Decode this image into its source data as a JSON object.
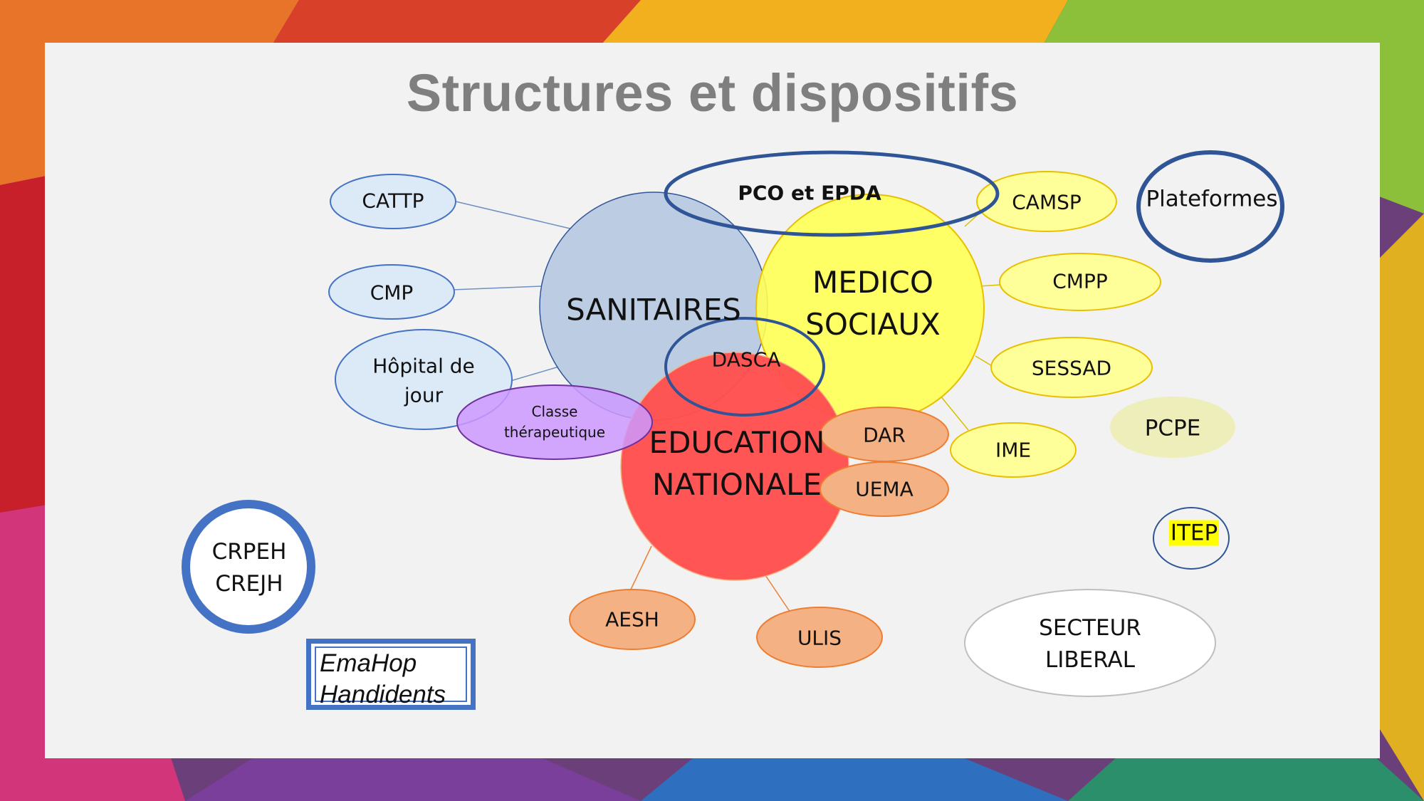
{
  "title": "Structures et dispositifs",
  "colors": {
    "sanitaires": "#b8c9e1",
    "medico": "#ffff66",
    "education": "#ff5050",
    "orange": "#f4b183",
    "purple": "#cc99ff",
    "blue_outline": "#2f5597",
    "light_blue": "#dce9f7"
  },
  "main_groups": {
    "sanitaires": "SANITAIRES",
    "medico": [
      "MEDICO",
      "SOCIAUX"
    ],
    "education": [
      "EDUCATION",
      "NATIONALE"
    ],
    "dasca": "DASCA"
  },
  "sanitaire_items": {
    "cattp": "CATTP",
    "cmp": "CMP",
    "hopital": [
      "Hôpital de",
      "jour"
    ],
    "classe": [
      "Classe",
      "thérapeutique"
    ]
  },
  "medico_items": {
    "camsp": "CAMSP",
    "cmpp": "CMPP",
    "sessad": "SESSAD",
    "ime": "IME"
  },
  "education_items": {
    "dar": "DAR",
    "uema": "UEMA",
    "aesh": "AESH",
    "ulis": "ULIS"
  },
  "others": {
    "pco": "PCO et EPDA",
    "plateformes": "Plateformes",
    "pcpe": "PCPE",
    "itep": "ITEP",
    "secteur": [
      "SECTEUR",
      "LIBERAL"
    ],
    "crpeh": [
      "CRPEH",
      "CREJH"
    ],
    "emahop": [
      "EmaHop",
      "Handidents"
    ]
  }
}
